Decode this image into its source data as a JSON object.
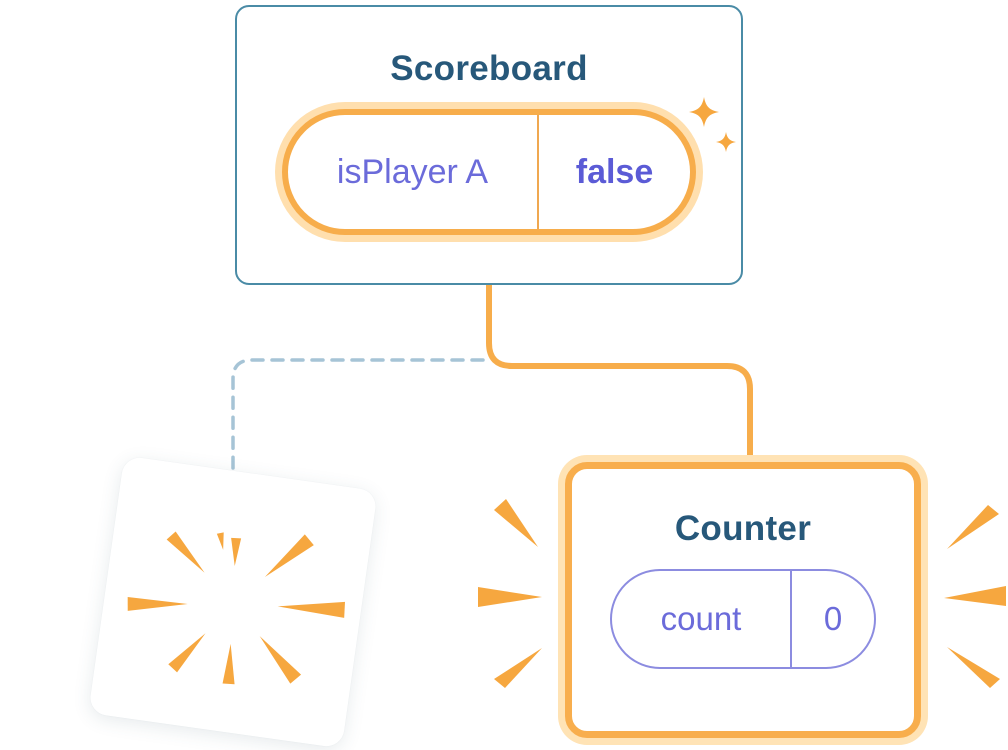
{
  "scoreboard": {
    "title": "Scoreboard",
    "state": {
      "key": "isPlayer A",
      "value": "false"
    }
  },
  "counter": {
    "title": "Counter",
    "state": {
      "key": "count",
      "value": "0"
    }
  },
  "colors": {
    "orange": "#F6A73F",
    "connector_orange": "#F7AD4B",
    "glow_orange": "#FFDFAE",
    "purple_text": "#6B6BDA",
    "purple_bold": "#5B5BD6",
    "pill_purple_border": "#8C8CE0",
    "title_blue": "#27587A",
    "card_border_blue": "#4A8BA6",
    "dashed_line": "#A6C4D6"
  },
  "icons": {
    "sparkle": "sparkle-icon",
    "poof": "poof-burst-icon",
    "emphasis": "emphasis-mark-icon"
  }
}
